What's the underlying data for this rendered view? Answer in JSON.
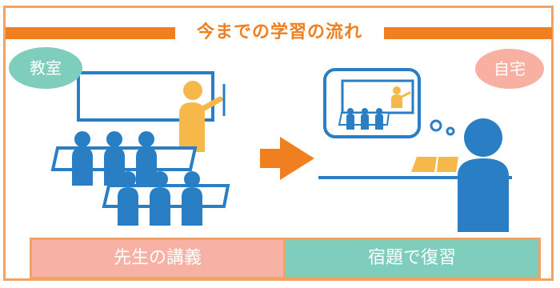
{
  "title": "今までの学習の流れ",
  "left_place": "教室",
  "right_place": "自宅",
  "left_label": "先生の講義",
  "right_label": "宿題で復習",
  "icons": {
    "teacher": "teacher-icon",
    "students": "student-icon",
    "arrow": "arrow-right-icon",
    "thought": "thought-bubble-icon",
    "tablet": "tablet-icon",
    "book": "book-icon"
  },
  "colors": {
    "orange": "#f07f1f",
    "frame": "#f4a262",
    "blue": "#2a7fc4",
    "teal": "#7fcdbd",
    "pink": "#f8b1a5",
    "yellow": "#f7b84a"
  }
}
